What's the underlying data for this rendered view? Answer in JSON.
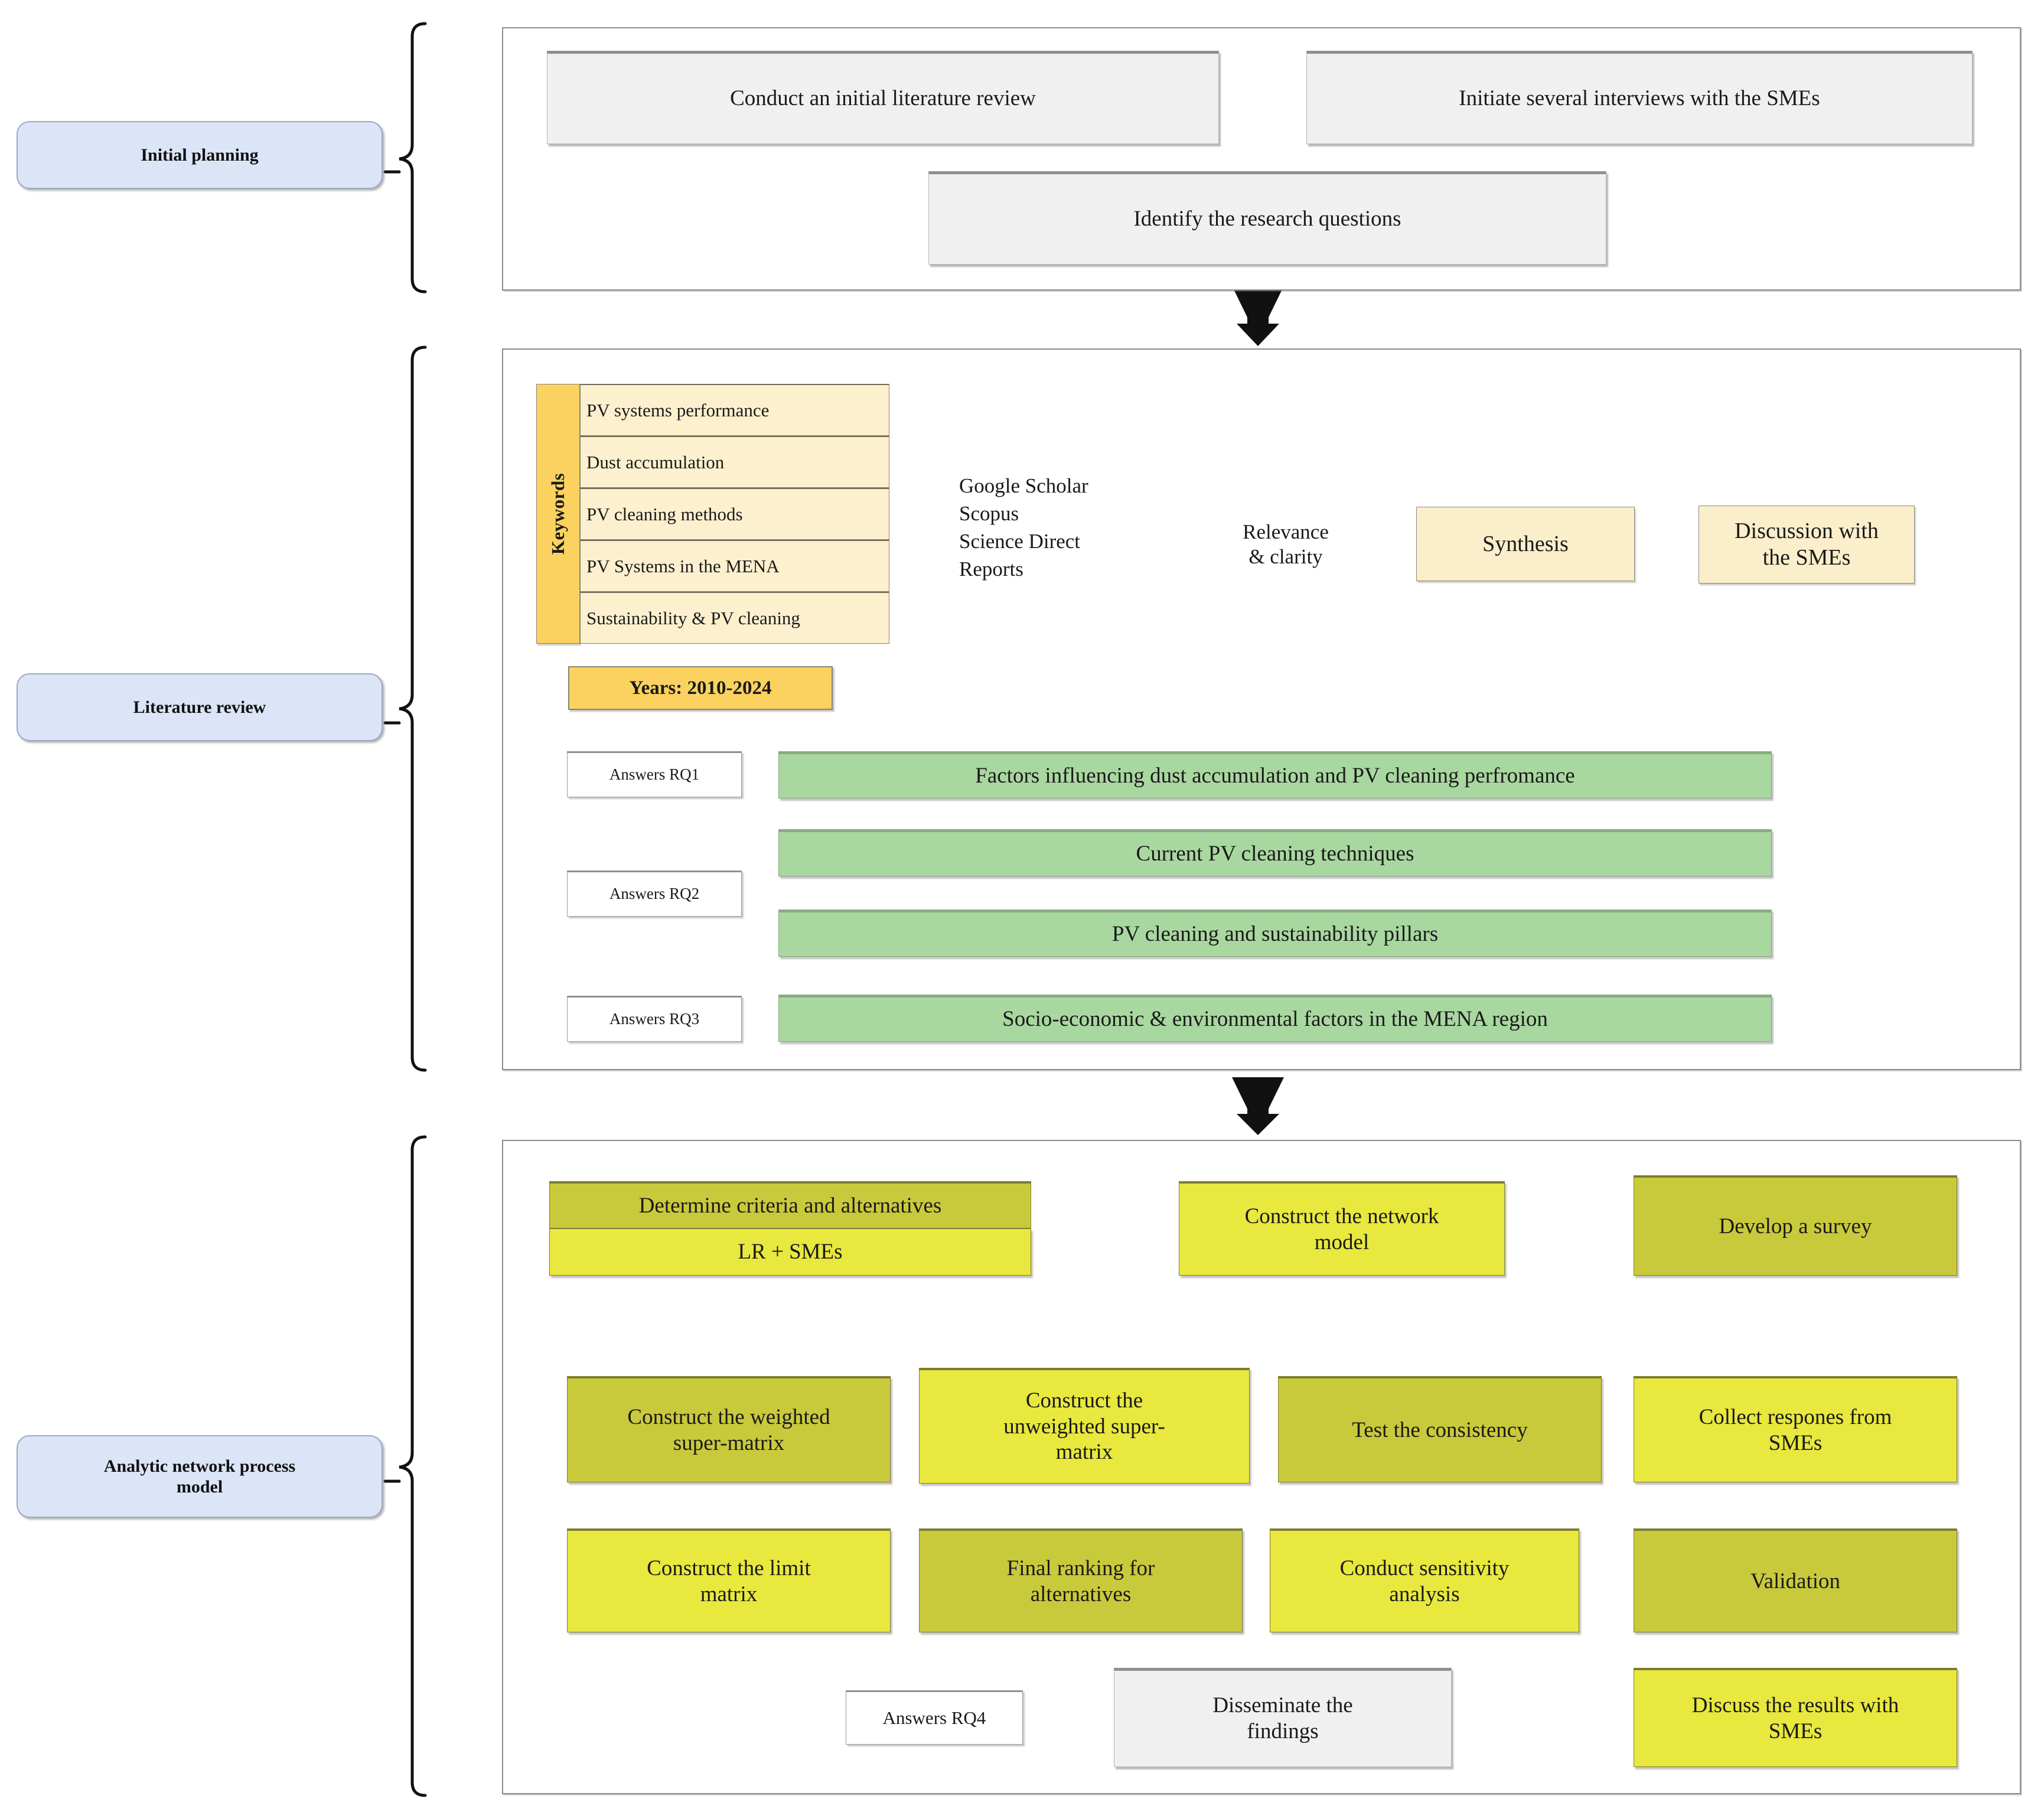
{
  "theme": {
    "blue_stage": "#dbe5f7",
    "grey_box": "#f0f0f0",
    "cream": "#fbeecb",
    "keyword_tab": "#fbd25f",
    "green": "#a9d7a0",
    "olive": "#c9c93c",
    "yellow": "#e8e83e",
    "funnel_grey": "#dcdcdc",
    "line": "#4a4a4a"
  },
  "stages": [
    {
      "id": "initial-planning",
      "label": "Initial planning"
    },
    {
      "id": "literature-review",
      "label": "Literature review"
    },
    {
      "id": "anp-model",
      "label": "Analytic network process\nmodel"
    }
  ],
  "initial_planning": {
    "boxes": [
      {
        "id": "conduct-initial-literature-review",
        "label": "Conduct an initial literature review"
      },
      {
        "id": "initiate-interviews-smes",
        "label": "Initiate several interviews with the SMEs"
      },
      {
        "id": "identify-research-questions",
        "label": "Identify the research questions"
      }
    ]
  },
  "literature_review": {
    "keywords_tab_label": "Keywords",
    "keywords": [
      "PV systems performance",
      "Dust accumulation",
      "PV cleaning methods",
      "PV Systems in the MENA",
      "Sustainability & PV cleaning"
    ],
    "years_label": "Years: 2010-2024",
    "sources": [
      "Google Scholar",
      "Scopus",
      "Science Direct",
      "Reports"
    ],
    "funnel_label_line1": "Relevance",
    "funnel_label_line2": "& clarity",
    "synthesis_label": "Synthesis",
    "discussion_label": "Discussion with\nthe SMEs",
    "findings": [
      {
        "answer": "Answers RQ1",
        "text": "Factors influencing dust accumulation and PV cleaning perfromance"
      },
      {
        "answer": "Answers RQ2",
        "text": "Current PV cleaning techniques"
      },
      {
        "answer": "",
        "text": "PV cleaning and sustainability pillars"
      },
      {
        "answer": "Answers RQ3",
        "text": "Socio-economic & environmental factors in the MENA region"
      }
    ]
  },
  "anp": {
    "row1": [
      {
        "id": "determine-criteria",
        "top": "Determine criteria and alternatives",
        "bottom": "LR + SMEs",
        "style": "split"
      },
      {
        "id": "construct-network-model",
        "label": "Construct the network\nmodel",
        "style": "yellow"
      },
      {
        "id": "develop-survey",
        "label": "Develop a survey",
        "style": "olive"
      }
    ],
    "row2": [
      {
        "id": "construct-weighted-supermatrix",
        "label": "Construct the weighted\nsuper-matrix",
        "style": "olive"
      },
      {
        "id": "construct-unweighted-supermatrix",
        "label": "Construct the\nunweighted super-\nmatrix",
        "style": "yellow"
      },
      {
        "id": "test-consistency",
        "label": "Test the consistency",
        "style": "olive"
      },
      {
        "id": "collect-responses-smes",
        "label": "Collect respones from\nSMEs",
        "style": "yellow"
      }
    ],
    "row3": [
      {
        "id": "construct-limit-matrix",
        "label": "Construct the limit\nmatrix",
        "style": "yellow"
      },
      {
        "id": "final-ranking-alternatives",
        "label": "Final ranking for\nalternatives",
        "style": "olive"
      },
      {
        "id": "conduct-sensitivity-analysis",
        "label": "Conduct sensitivity\nanalysis",
        "style": "yellow"
      },
      {
        "id": "validation",
        "label": "Validation",
        "style": "olive"
      }
    ],
    "row4": [
      {
        "id": "answers-rq4",
        "label": "Answers RQ4",
        "style": "white"
      },
      {
        "id": "disseminate-findings",
        "label": "Disseminate the\nfindings",
        "style": "grey"
      },
      {
        "id": "discuss-results-smes",
        "label": "Discuss the results with\nSMEs",
        "style": "yellow"
      }
    ]
  }
}
